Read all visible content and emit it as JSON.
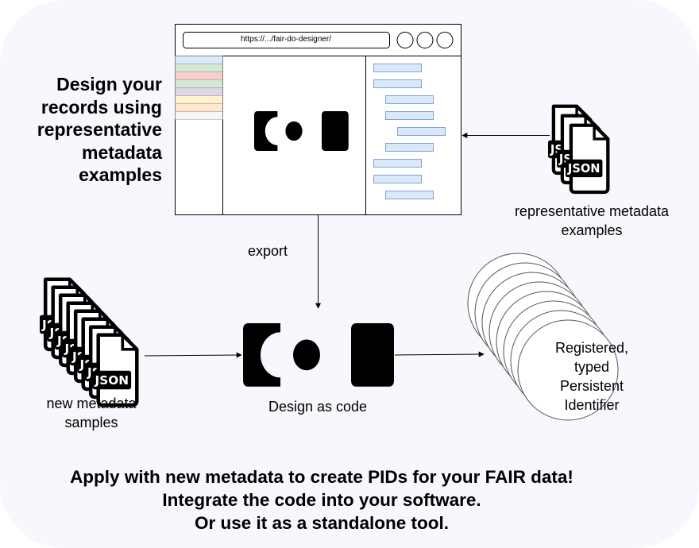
{
  "heading": [
    "Design your",
    "records using",
    "representative",
    "metadata",
    "examples"
  ],
  "browser": {
    "url": "https://.../fair-do-designer/",
    "palette_colors": [
      "#dae8fc",
      "#d5e8d4",
      "#f8cecc",
      "#d5e8d4",
      "#e1d5e7",
      "#fff2cc",
      "#ffe6cc",
      "#f5f5f5"
    ],
    "tree_block_color": "#dae8fc"
  },
  "labels": {
    "export": "export",
    "representative_examples": [
      "representative metadata",
      "examples"
    ],
    "new_samples": [
      "new metadata",
      "samples"
    ],
    "design_as_code": "Design as code",
    "pid": [
      "Registered,",
      "typed",
      "Persistent",
      "Identifier"
    ]
  },
  "json_icon_text": "JSON",
  "footer": [
    "Apply with new metadata to create PIDs for your FAIR data!",
    "Integrate the code into your software.",
    "Or use it as a standalone tool."
  ],
  "colors": {
    "background": "#f7f7fd",
    "ink": "#000000"
  }
}
